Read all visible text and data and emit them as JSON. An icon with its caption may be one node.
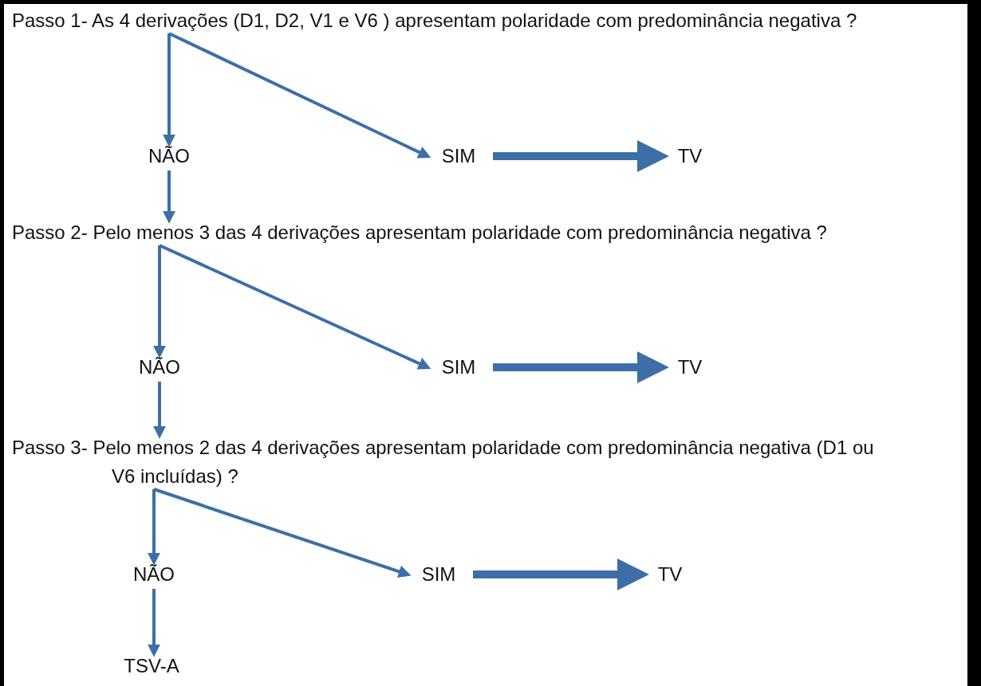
{
  "diagram": {
    "nodes": [
      {
        "text": [
          "Passo 1- As 4 derivações (D1, D2, V1 e V6 ) apresentam polaridade com predominância negativa ?"
        ]
      },
      {
        "text": [
          "NÃO"
        ]
      },
      {
        "text": [
          "SIM"
        ]
      },
      {
        "text": [
          "TV"
        ]
      },
      {
        "text": [
          "Passo 2- Pelo menos 3 das 4  derivações apresentam polaridade com predominância negativa ?"
        ]
      },
      {
        "text": [
          "NÃO"
        ]
      },
      {
        "text": [
          "SIM"
        ]
      },
      {
        "text": [
          "TV"
        ]
      },
      {
        "text": [
          "Passo 3- Pelo menos 2 das 4 derivações apresentam polaridade com predominância negativa (D1 ou V6 incluídas) ?"
        ]
      },
      {
        "text": [
          "NÃO"
        ]
      },
      {
        "text": [
          "SIM"
        ]
      },
      {
        "text": [
          "TV"
        ]
      },
      {
        "text": [
          "TSV-A"
        ]
      }
    ],
    "edges": [
      {
        "from": 0,
        "to": 1,
        "arrow": "to"
      },
      {
        "from": 0,
        "to": 2,
        "arrow": "to"
      },
      {
        "from": 2,
        "to": 3,
        "arrow": "to",
        "style": "thick"
      },
      {
        "from": 1,
        "to": 4,
        "arrow": "to"
      },
      {
        "from": 4,
        "to": 5,
        "arrow": "to"
      },
      {
        "from": 4,
        "to": 6,
        "arrow": "to"
      },
      {
        "from": 6,
        "to": 7,
        "arrow": "to",
        "style": "thick"
      },
      {
        "from": 5,
        "to": 8,
        "arrow": "to"
      },
      {
        "from": 8,
        "to": 9,
        "arrow": "to"
      },
      {
        "from": 8,
        "to": 10,
        "arrow": "to"
      },
      {
        "from": 10,
        "to": 11,
        "arrow": "to",
        "style": "thick"
      },
      {
        "from": 9,
        "to": 12,
        "arrow": "to"
      }
    ]
  }
}
